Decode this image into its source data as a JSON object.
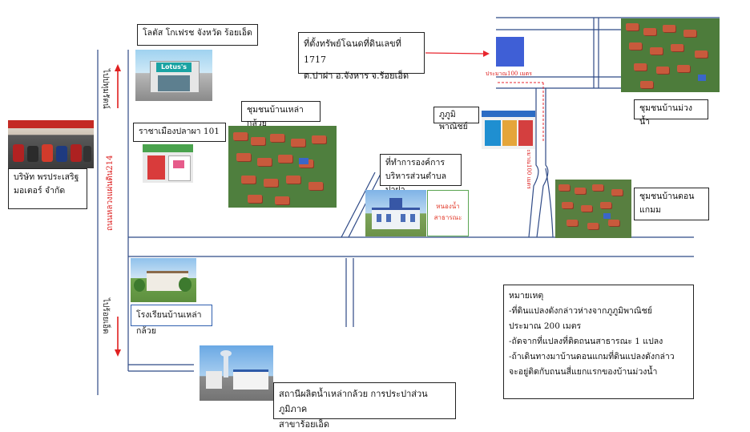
{
  "labels": {
    "company": "บริษัท พรประเสริฐ\nมอเตอร์ จำกัด",
    "lotus": "โลตัส โกเฟรช จังหวัด ร้อยเอ็ด",
    "lotus_sign": "Lotus's",
    "rachmuang": "ราชาเมืองปลาผา 101",
    "community_laokluay": "ชุมชนบ้านเหล่ากล้วย",
    "property": "ที่ตั้งทรัพย์โฉนดที่ดินเลขที่ 1717\nต.ปาฝา อ.จังหาร จ.ร้อยเอ็ด",
    "distance_100": "ประมาณ100 เมตร",
    "distance_100_v": "ประมาณ100 เมตร",
    "phumiphanit": "ภูภูมิพาณิชย์",
    "community_muangnam": "ชุมชนบ้านม่วงน้ำ",
    "tao_office": "ที่ทำการองค์การ\nบริหารส่วนตำบลปาฝา",
    "pond": "หนองน้ำ\nสาธารณะ",
    "community_donkaem": "ชุมชนบ้านดอน\nแกมม",
    "highway": "ถนนหลวงแผ่นดิน214",
    "to_pathumrat": "ไปปทุมรัตน์",
    "to_roiet": "ไปร้อยเอ็ด",
    "school": "โรงเรียนบ้านเหล่ากล้วย",
    "waterworks": "สถานีผลิตน้ำเหล่ากล้วย การประปาส่วนภูมิภาค\nสาขาร้อยเอ็ด",
    "notes": "หมายเหตุ\n-ที่ดินแปลงดังกล่าวห่างจากภูภูมิพาณิชย์\nประมาณ 200 เมตร\n-ถัดจากที่แปลงที่ติดถนนสาธารณะ 1 แปลง\n-ถ้าเดินทางมาบ้านดอนแกมที่ดินแปลงดังกล่าว\nจะอยู่ติดกับถนนสี่แยกแรกของบ้านม่วงน้ำ"
  },
  "colors": {
    "road": "#2f4a86",
    "pointer_red": "#e8262e",
    "property_fill": "#3f5fd6",
    "pond_border": "#5aa552",
    "pond_text": "#e23a2a",
    "arrow_red": "#e02020"
  }
}
